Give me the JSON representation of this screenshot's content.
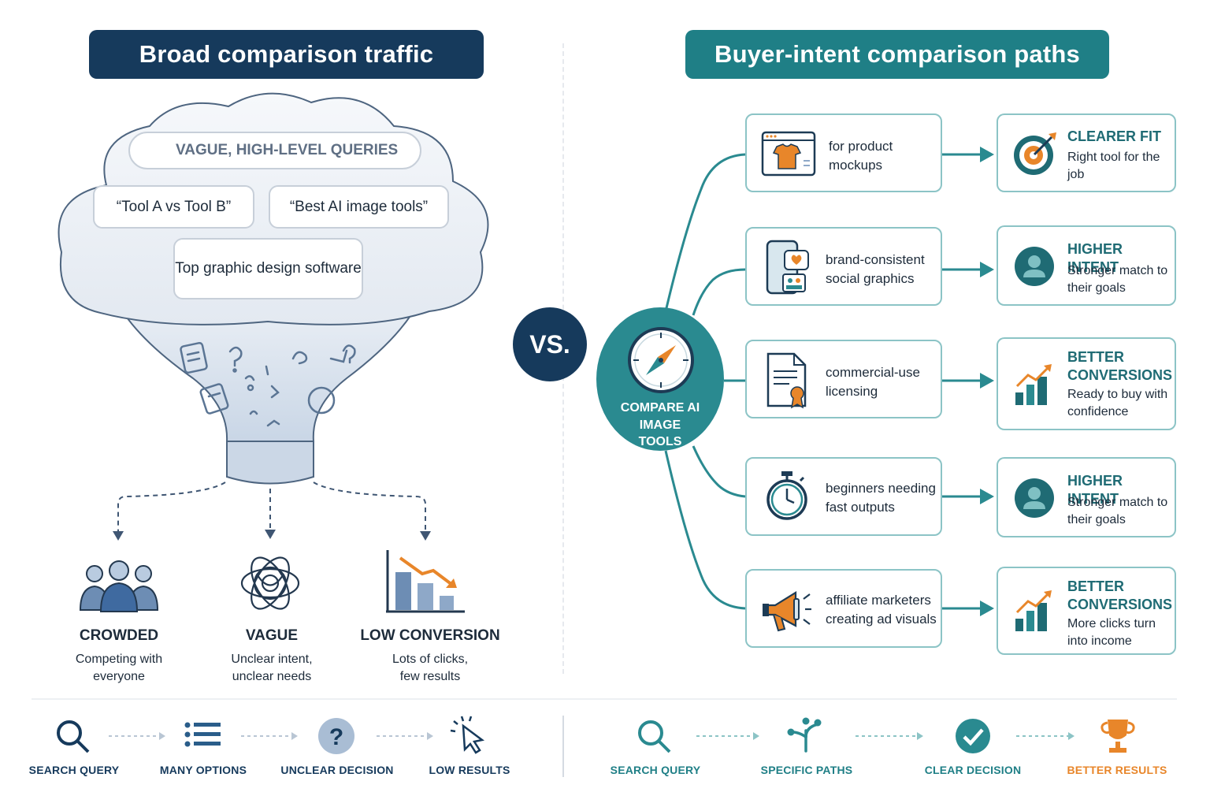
{
  "left": {
    "title": "Broad comparison traffic",
    "search_label": "VAGUE, HIGH-LEVEL QUERIES",
    "queries": [
      "“Tool A vs Tool B”",
      "“Best AI image tools”",
      "Top graphic design software"
    ],
    "outcomes": [
      {
        "title": "CROWDED",
        "desc": "Competing with everyone",
        "icon": "crowd-icon"
      },
      {
        "title": "VAGUE",
        "desc": "Unclear intent, unclear needs",
        "icon": "tangle-icon"
      },
      {
        "title": "LOW CONVERSION",
        "desc": "Lots of clicks, few results",
        "icon": "declining-chart-icon"
      }
    ]
  },
  "vs_label": "VS.",
  "right": {
    "title": "Buyer-intent comparison paths",
    "hub_label": "COMPARE AI IMAGE TOOLS",
    "paths": [
      {
        "text": "for product mockups",
        "icon": "tshirt-mockup-icon",
        "result_title": "CLEARER FIT",
        "result_desc": "Right tool for the job",
        "result_icon": "target-icon"
      },
      {
        "text": "brand-consistent social graphics",
        "icon": "phone-social-icon",
        "result_title": "HIGHER INTENT",
        "result_desc": "Stronger match to their goals",
        "result_icon": "user-circle-icon"
      },
      {
        "text": "commercial-use licensing",
        "icon": "license-document-icon",
        "result_title": "BETTER CONVERSIONS",
        "result_desc": "Ready to buy with confidence",
        "result_icon": "growth-chart-icon"
      },
      {
        "text": "beginners needing fast outputs",
        "icon": "stopwatch-icon",
        "result_title": "HIGHER INTENT",
        "result_desc": "Stronger match to their goals",
        "result_icon": "user-circle-icon"
      },
      {
        "text": "affiliate marketers creating ad visuals",
        "icon": "megaphone-icon",
        "result_title": "BETTER CONVERSIONS",
        "result_desc": "More clicks turn into income",
        "result_icon": "growth-chart-icon"
      }
    ]
  },
  "bottom_left_flow": [
    "SEARCH QUERY",
    "MANY OPTIONS",
    "UNCLEAR DECISION",
    "LOW RESULTS"
  ],
  "bottom_right_flow": [
    "SEARCH QUERY",
    "SPECIFIC PATHS",
    "CLEAR DECISION",
    "BETTER RESULTS"
  ],
  "colors": {
    "navy": "#163a5c",
    "teal": "#1f7f86",
    "orange": "#e8862a",
    "light_teal": "#8cc4c6"
  }
}
